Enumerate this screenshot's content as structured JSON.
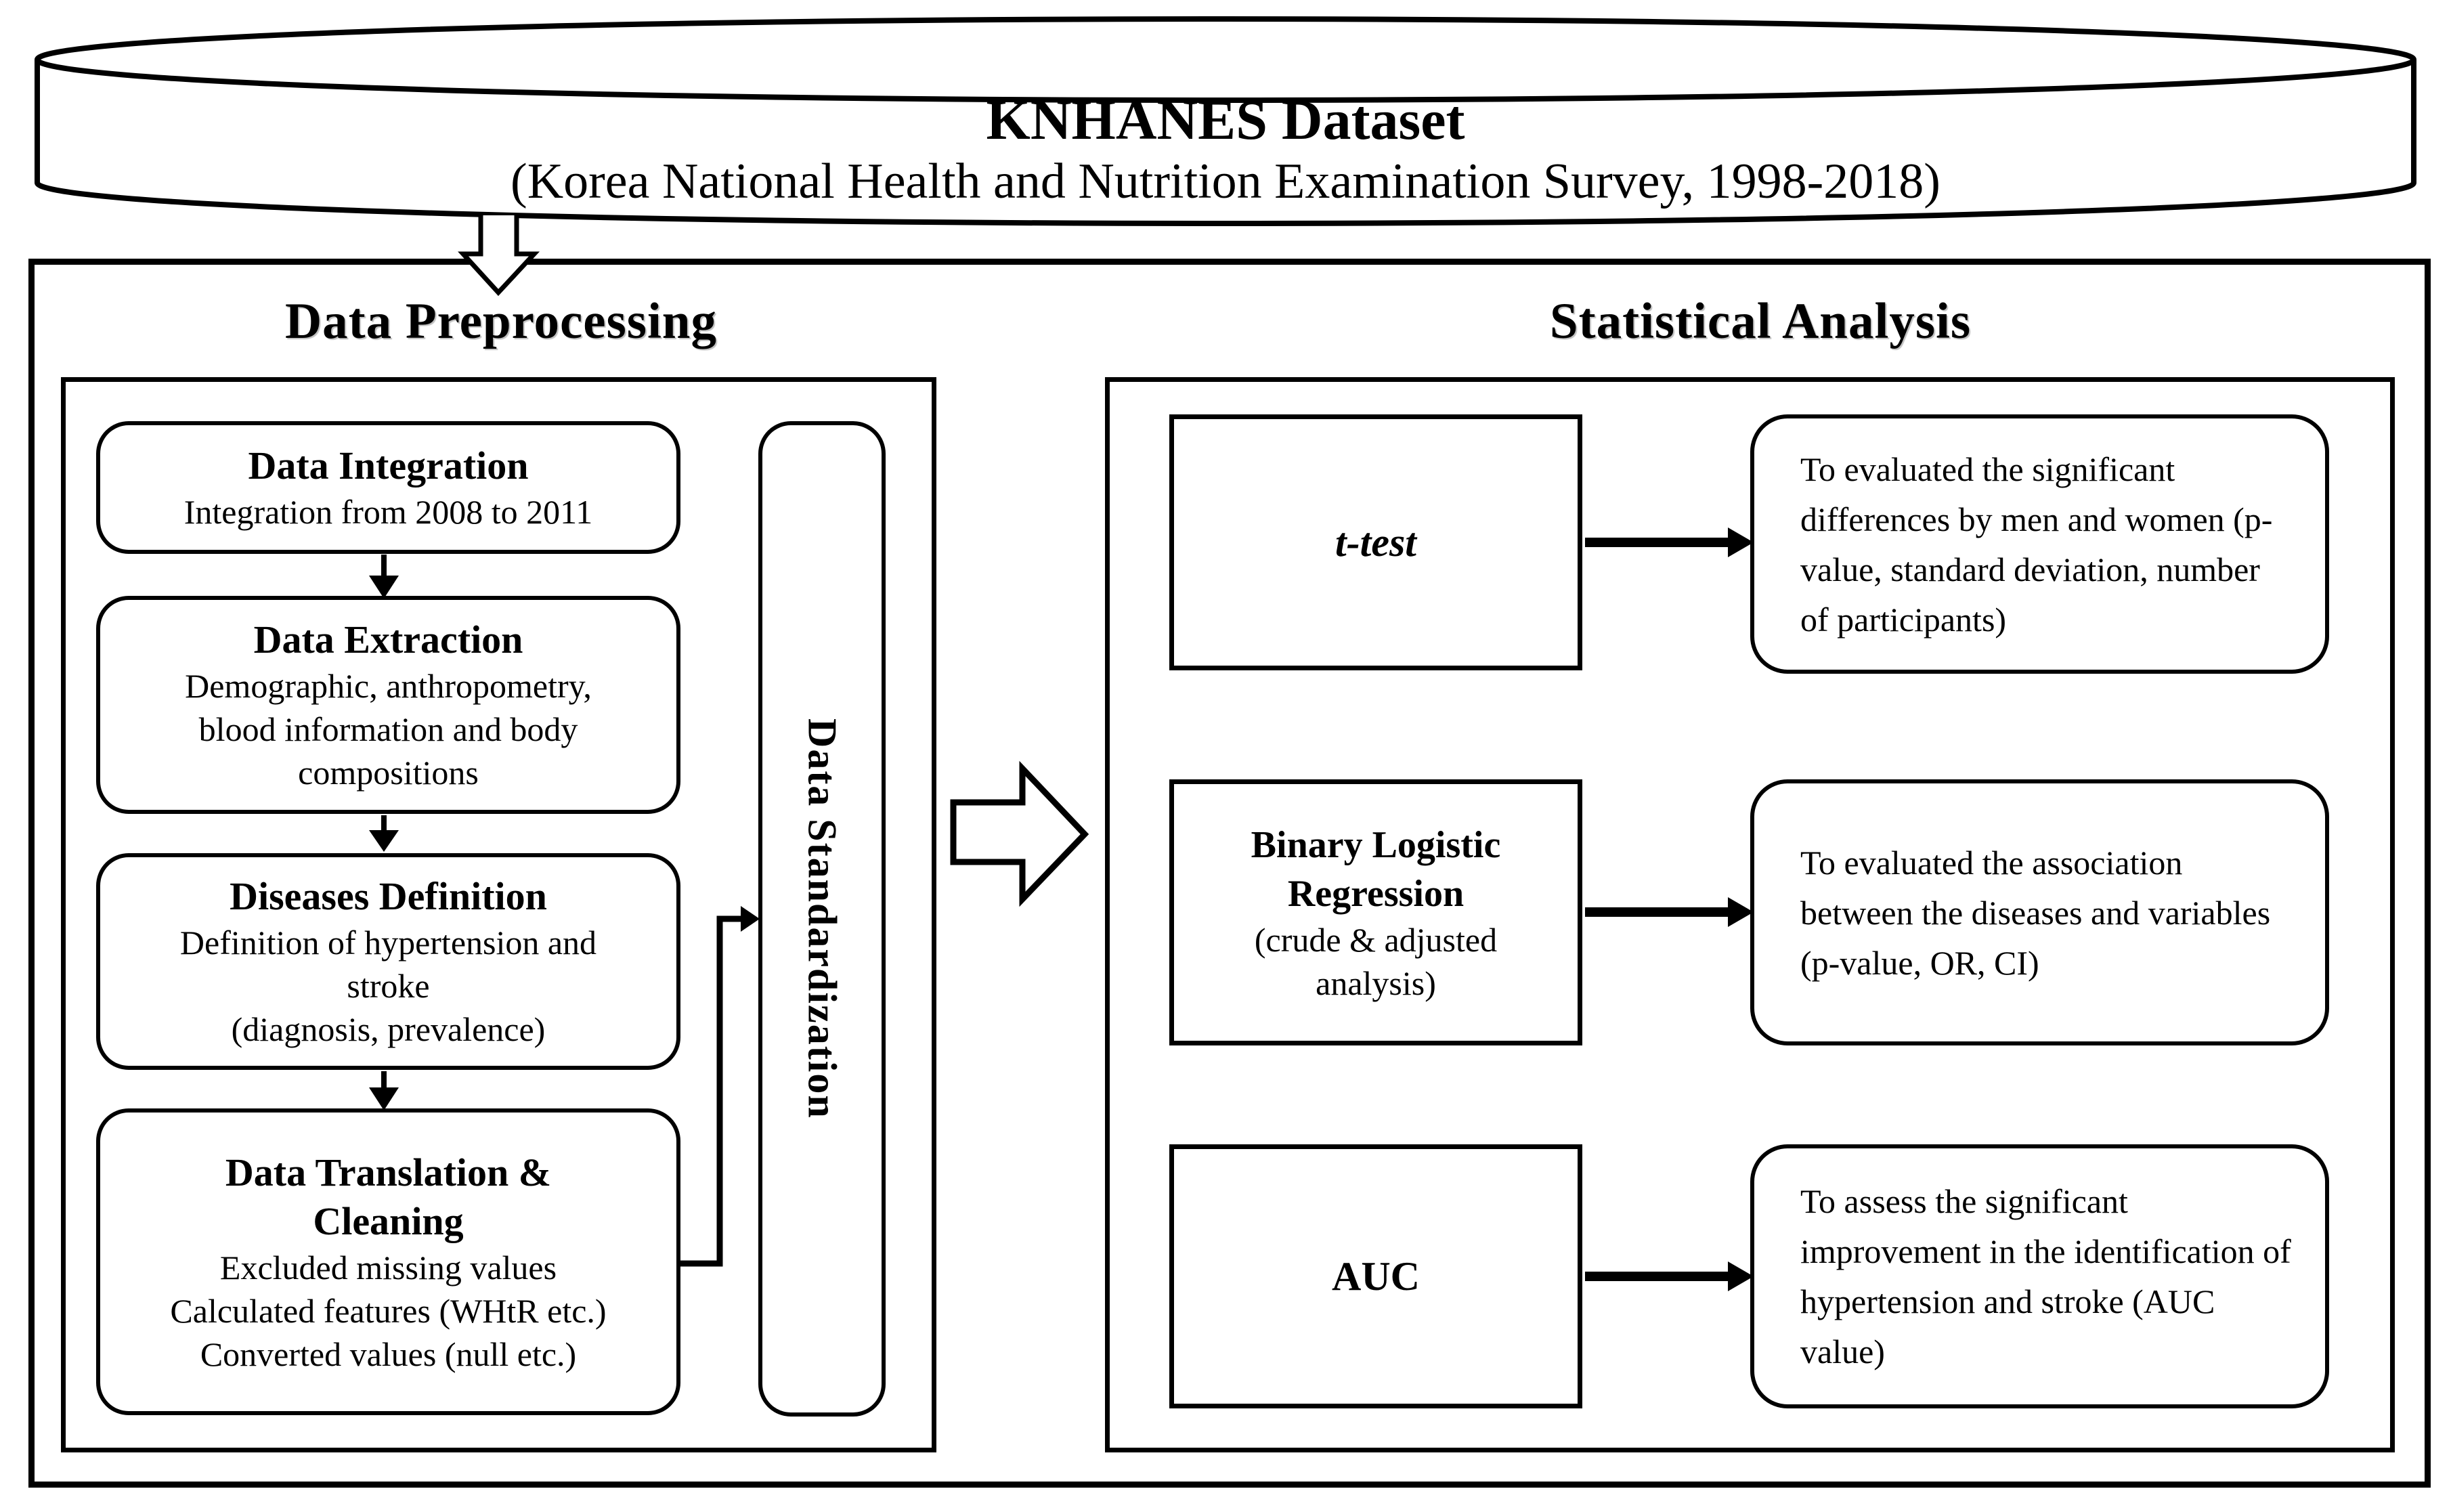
{
  "colors": {
    "ink": "#000000",
    "background": "#ffffff"
  },
  "dataset": {
    "title": "KNHANES Dataset",
    "subtitle": "(Korea National Health and Nutrition Examination Survey, 1998-2018)"
  },
  "preprocessing": {
    "title": "Data Preprocessing",
    "steps": [
      {
        "title": "Data Integration",
        "lines": [
          "Integration from 2008 to 2011"
        ]
      },
      {
        "title": "Data Extraction",
        "lines": [
          "Demographic, anthropometry,",
          "blood information and body",
          "compositions"
        ]
      },
      {
        "title": "Diseases Definition",
        "lines": [
          "Definition of hypertension and",
          "stroke",
          "(diagnosis, prevalence)"
        ]
      },
      {
        "title": "Data Translation & Cleaning",
        "lines": [
          "Excluded missing values",
          "Calculated features (WHtR etc.)",
          "Converted values (null etc.)"
        ]
      }
    ],
    "standardization": "Data Standardization"
  },
  "analysis": {
    "title": "Statistical Analysis",
    "rows": [
      {
        "method": "t-test",
        "method_sub": "",
        "description": "To evaluated the significant differences by men and women (p-value, standard deviation, number of participants)"
      },
      {
        "method": "Binary Logistic Regression",
        "method_sub": "(crude & adjusted analysis)",
        "description": "To evaluated the association between the diseases and variables (p-value, OR, CI)"
      },
      {
        "method": "AUC",
        "method_sub": "",
        "description": "To assess the significant improvement in the identification of hypertension and stroke (AUC value)"
      }
    ]
  }
}
